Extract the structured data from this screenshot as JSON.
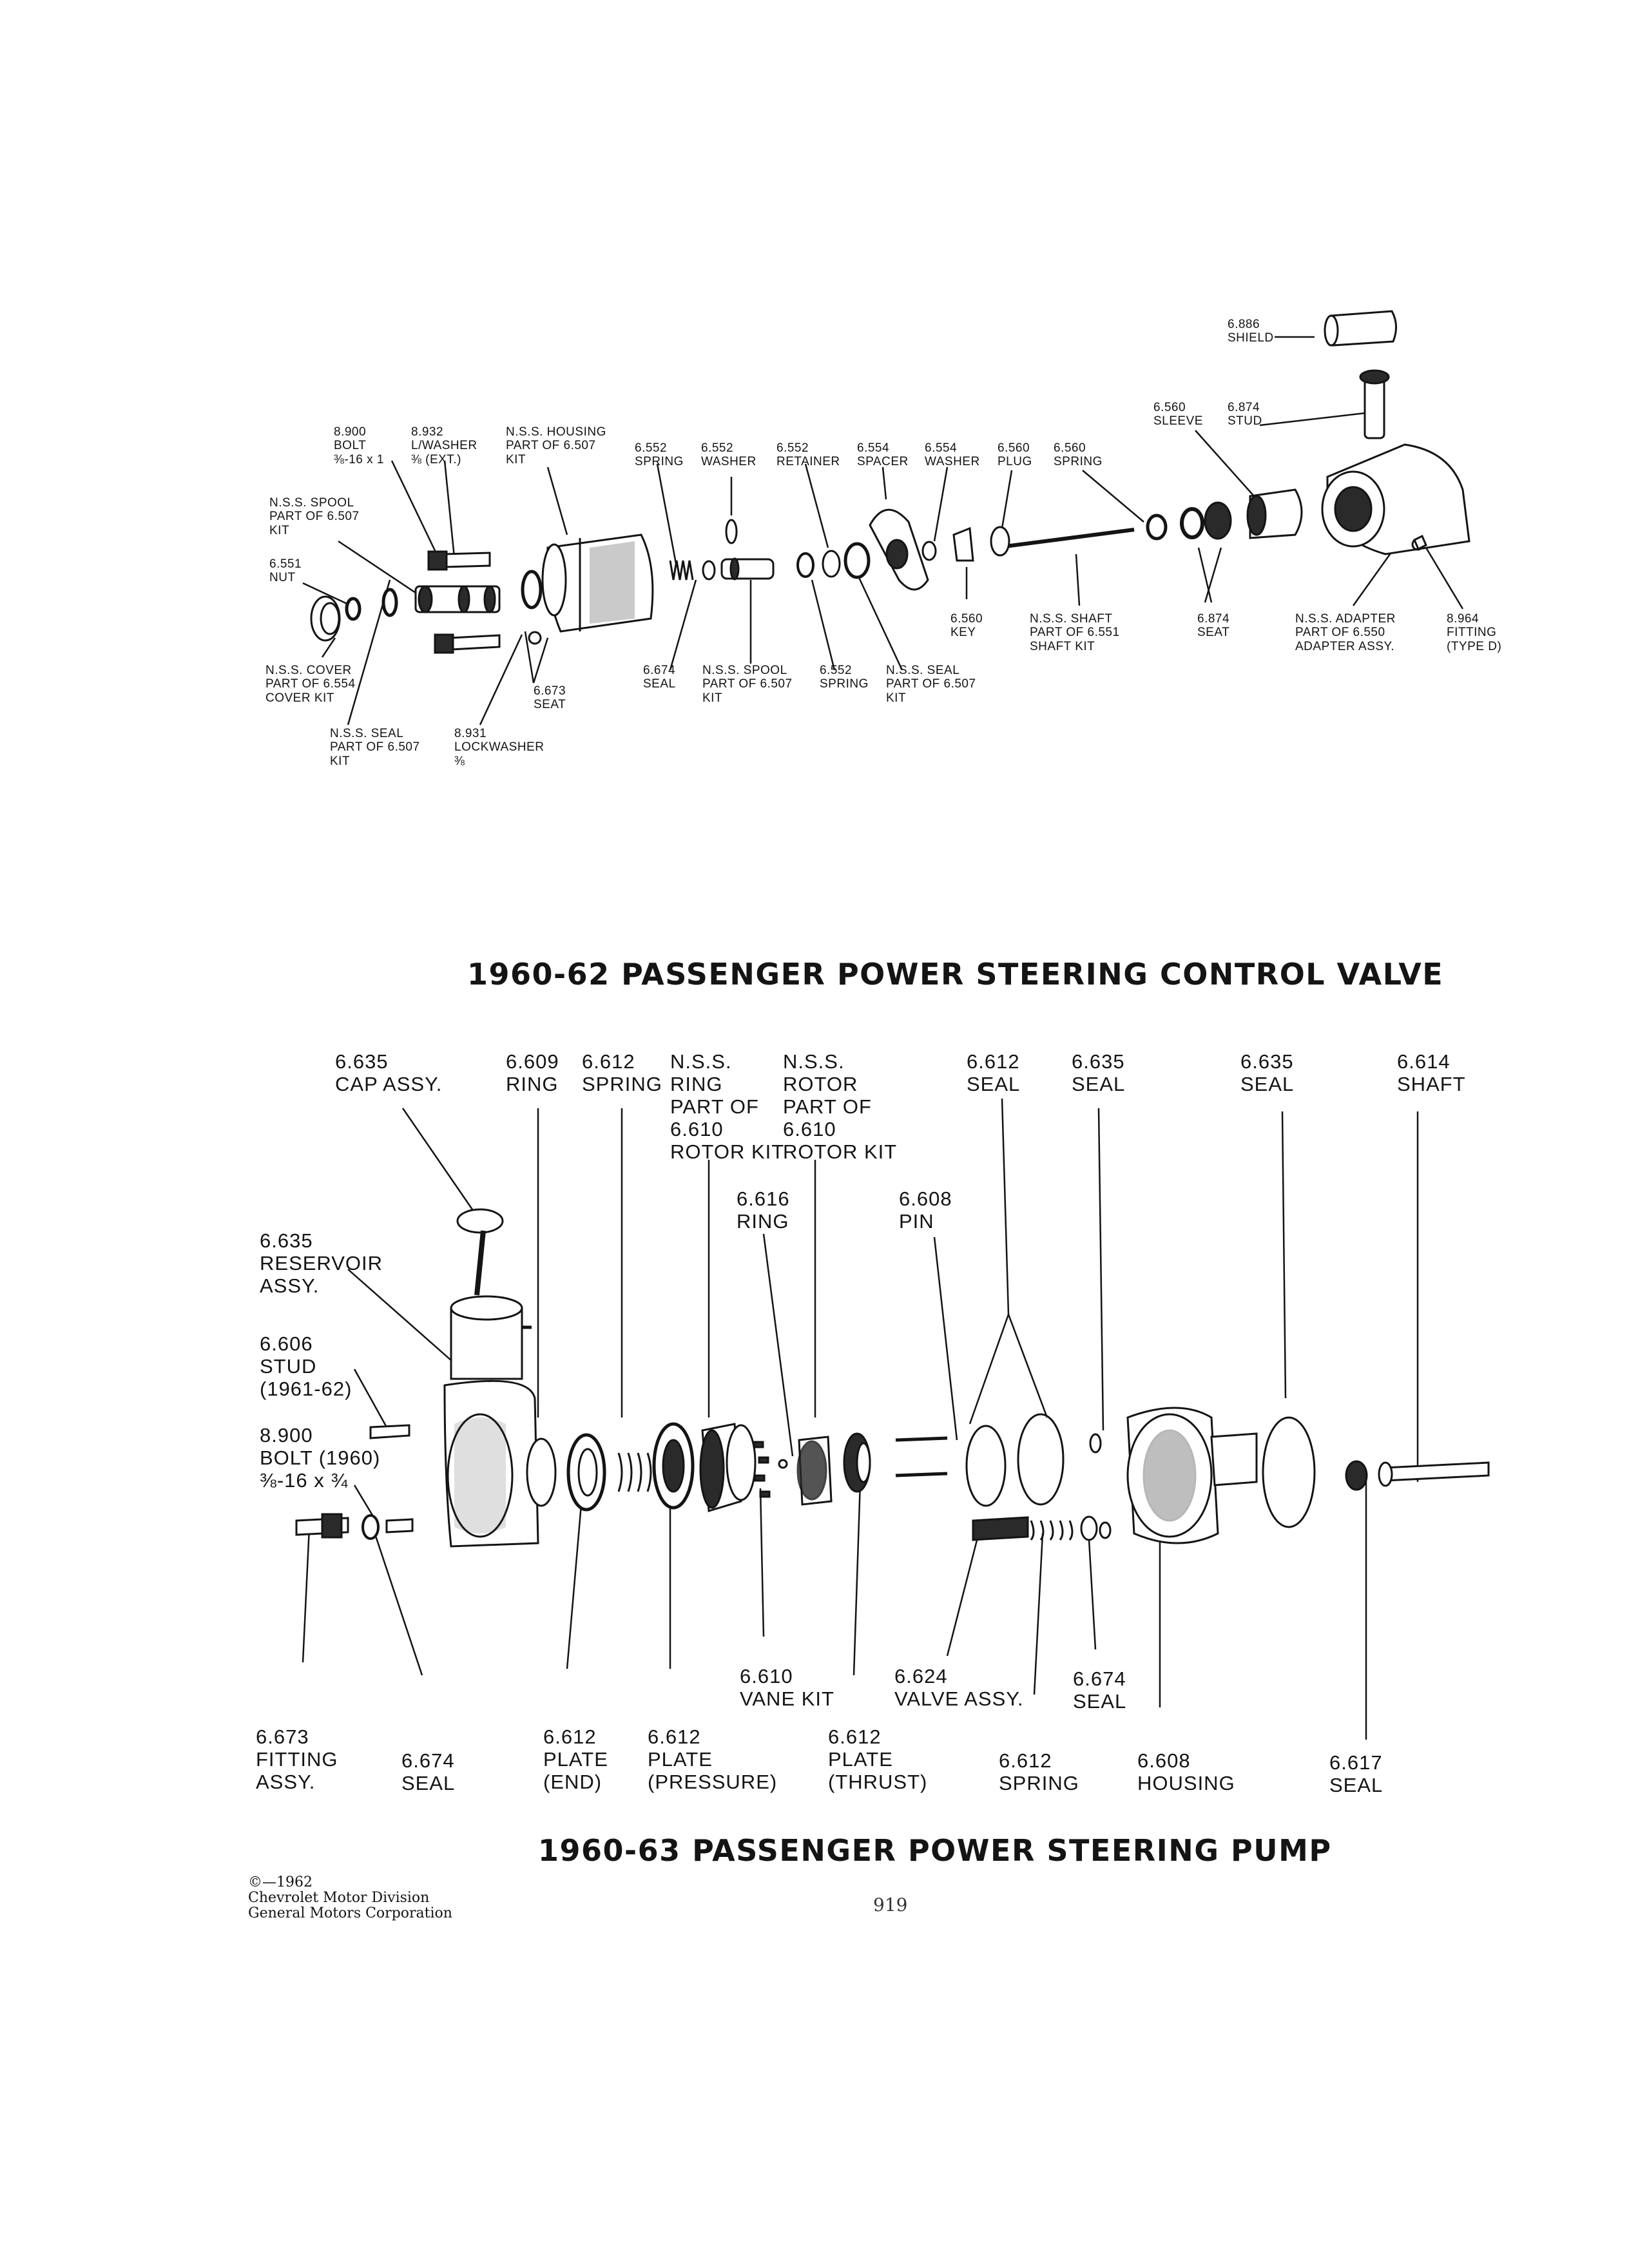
{
  "colors": {
    "ink": "#141414",
    "paper": "#ffffff",
    "part_fill": "#ffffff",
    "part_shade": "#2a2a2a"
  },
  "valve": {
    "title": "1960-62 PASSENGER POWER STEERING CONTROL VALVE",
    "labels": [
      {
        "id": "v-6886",
        "lines": [
          "6.886",
          "SHIELD"
        ]
      },
      {
        "id": "v-6560-sleeve",
        "lines": [
          "6.560",
          "SLEEVE"
        ]
      },
      {
        "id": "v-6874-stud",
        "lines": [
          "6.874",
          "STUD"
        ]
      },
      {
        "id": "v-8900",
        "lines": [
          "8.900",
          "BOLT",
          "⅜-16 x 1"
        ]
      },
      {
        "id": "v-8932",
        "lines": [
          "8.932",
          "L/WASHER",
          "⅜ (EXT.)"
        ]
      },
      {
        "id": "v-nss-housing",
        "lines": [
          "N.S.S. HOUSING",
          "PART OF 6.507",
          "KIT"
        ]
      },
      {
        "id": "v-6552-spring",
        "lines": [
          "6.552",
          "SPRING"
        ]
      },
      {
        "id": "v-6552-washer",
        "lines": [
          "6.552",
          "WASHER"
        ]
      },
      {
        "id": "v-6552-retainer",
        "lines": [
          "6.552",
          "RETAINER"
        ]
      },
      {
        "id": "v-6554-spacer",
        "lines": [
          "6.554",
          "SPACER"
        ]
      },
      {
        "id": "v-6554-washer",
        "lines": [
          "6.554",
          "WASHER"
        ]
      },
      {
        "id": "v-6560-plug",
        "lines": [
          "6.560",
          "PLUG"
        ]
      },
      {
        "id": "v-6560-spring",
        "lines": [
          "6.560",
          "SPRING"
        ]
      },
      {
        "id": "v-nss-spool-kit",
        "lines": [
          "N.S.S. SPOOL",
          "PART OF 6.507",
          "KIT"
        ]
      },
      {
        "id": "v-6551-nut",
        "lines": [
          "6.551",
          "NUT"
        ]
      },
      {
        "id": "v-6560-key",
        "lines": [
          "6.560",
          "KEY"
        ]
      },
      {
        "id": "v-nss-shaft",
        "lines": [
          "N.S.S. SHAFT",
          "PART OF 6.551",
          "SHAFT KIT"
        ]
      },
      {
        "id": "v-6874-seat",
        "lines": [
          "6.874",
          "SEAT"
        ]
      },
      {
        "id": "v-nss-adapter",
        "lines": [
          "N.S.S. ADAPTER",
          "PART OF 6.550",
          "ADAPTER ASSY."
        ]
      },
      {
        "id": "v-8964",
        "lines": [
          "8.964",
          "FITTING",
          "(TYPE D)"
        ]
      },
      {
        "id": "v-nss-cover",
        "lines": [
          "N.S.S. COVER",
          "PART OF 6.554",
          "COVER KIT"
        ]
      },
      {
        "id": "v-6673-seat",
        "lines": [
          "6.673",
          "SEAT"
        ]
      },
      {
        "id": "v-6674-seal",
        "lines": [
          "6.674",
          "SEAL"
        ]
      },
      {
        "id": "v-nss-spool",
        "lines": [
          "N.S.S. SPOOL",
          "PART OF 6.507",
          "KIT"
        ]
      },
      {
        "id": "v-6552-spring2",
        "lines": [
          "6.552",
          "SPRING"
        ]
      },
      {
        "id": "v-nss-seal2",
        "lines": [
          "N.S.S. SEAL",
          "PART OF 6.507",
          "KIT"
        ]
      },
      {
        "id": "v-nss-seal",
        "lines": [
          "N.S.S. SEAL",
          "PART OF 6.507",
          "KIT"
        ]
      },
      {
        "id": "v-8931",
        "lines": [
          "8.931",
          "LOCKWASHER",
          "⅜"
        ]
      }
    ]
  },
  "pump": {
    "title": "1960-63 PASSENGER POWER STEERING PUMP",
    "labels": [
      {
        "id": "p-6635-cap",
        "lines": [
          "6.635",
          "CAP ASSY."
        ]
      },
      {
        "id": "p-6609",
        "lines": [
          "6.609",
          "RING"
        ]
      },
      {
        "id": "p-6612-spring",
        "lines": [
          "6.612",
          "SPRING"
        ]
      },
      {
        "id": "p-nss-ring",
        "lines": [
          "N.S.S.",
          "RING",
          "PART OF",
          "6.610",
          "ROTOR KIT"
        ]
      },
      {
        "id": "p-nss-rotor",
        "lines": [
          "N.S.S.",
          "ROTOR",
          "PART OF",
          "6.610",
          "ROTOR KIT"
        ]
      },
      {
        "id": "p-6612-seal",
        "lines": [
          "6.612",
          "SEAL"
        ]
      },
      {
        "id": "p-6635-seal-a",
        "lines": [
          "6.635",
          "SEAL"
        ]
      },
      {
        "id": "p-6635-seal-b",
        "lines": [
          "6.635",
          "SEAL"
        ]
      },
      {
        "id": "p-6614",
        "lines": [
          "6.614",
          "SHAFT"
        ]
      },
      {
        "id": "p-6616",
        "lines": [
          "6.616",
          "RING"
        ]
      },
      {
        "id": "p-6608-pin",
        "lines": [
          "6.608",
          "PIN"
        ]
      },
      {
        "id": "p-6635-res",
        "lines": [
          "6.635",
          "RESERVOIR",
          "ASSY."
        ]
      },
      {
        "id": "p-6606",
        "lines": [
          "6.606",
          "STUD",
          "(1961-62)"
        ]
      },
      {
        "id": "p-8900",
        "lines": [
          "8.900",
          "BOLT (1960)",
          "⅜-16 x ¾"
        ]
      },
      {
        "id": "p-6610",
        "lines": [
          "6.610",
          "VANE KIT"
        ]
      },
      {
        "id": "p-6624",
        "lines": [
          "6.624",
          "VALVE ASSY."
        ]
      },
      {
        "id": "p-6674-seal-r",
        "lines": [
          "6.674",
          "SEAL"
        ]
      },
      {
        "id": "p-6673",
        "lines": [
          "6.673",
          "FITTING",
          "ASSY."
        ]
      },
      {
        "id": "p-6674-seal-l",
        "lines": [
          "6.674",
          "SEAL"
        ]
      },
      {
        "id": "p-6612-end",
        "lines": [
          "6.612",
          "PLATE",
          "(END)"
        ]
      },
      {
        "id": "p-6612-pressure",
        "lines": [
          "6.612",
          "PLATE",
          "(PRESSURE)"
        ]
      },
      {
        "id": "p-6612-thrust",
        "lines": [
          "6.612",
          "PLATE",
          "(THRUST)"
        ]
      },
      {
        "id": "p-6612-spring2",
        "lines": [
          "6.612",
          "SPRING"
        ]
      },
      {
        "id": "p-6608-housing",
        "lines": [
          "6.608",
          "HOUSING"
        ]
      },
      {
        "id": "p-6617",
        "lines": [
          "6.617",
          "SEAL"
        ]
      }
    ]
  },
  "footer": {
    "copyright_lines": [
      "©—1962",
      "Chevrolet Motor Division",
      "General Motors Corporation"
    ],
    "page_number": "919"
  }
}
